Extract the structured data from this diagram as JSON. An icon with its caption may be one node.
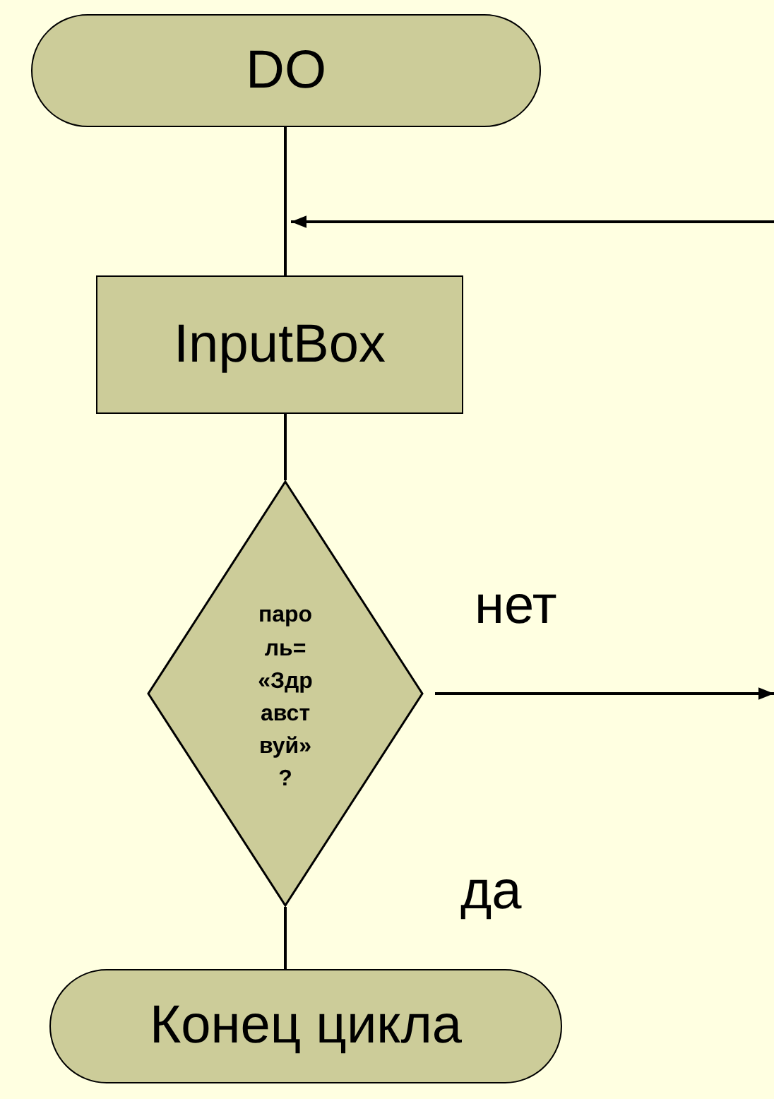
{
  "diagram": {
    "nodes": [
      {
        "text": [
          "DO"
        ]
      },
      {
        "text": [
          "InputBox"
        ]
      },
      {
        "text": [
          "пароль= «Здравствуй» ?"
        ]
      },
      {
        "text": [
          "Конец цикла"
        ]
      }
    ],
    "edges": [
      {
        "from": 0,
        "to": 1,
        "arrow": "none"
      },
      {
        "from": null,
        "to": 1,
        "arrow": "to"
      },
      {
        "from": 1,
        "to": 2,
        "arrow": "none"
      },
      {
        "from": 2,
        "to": null,
        "arrow": "to",
        "label": "нет"
      },
      {
        "from": 2,
        "to": 3,
        "arrow": "none",
        "label": "да"
      }
    ]
  }
}
